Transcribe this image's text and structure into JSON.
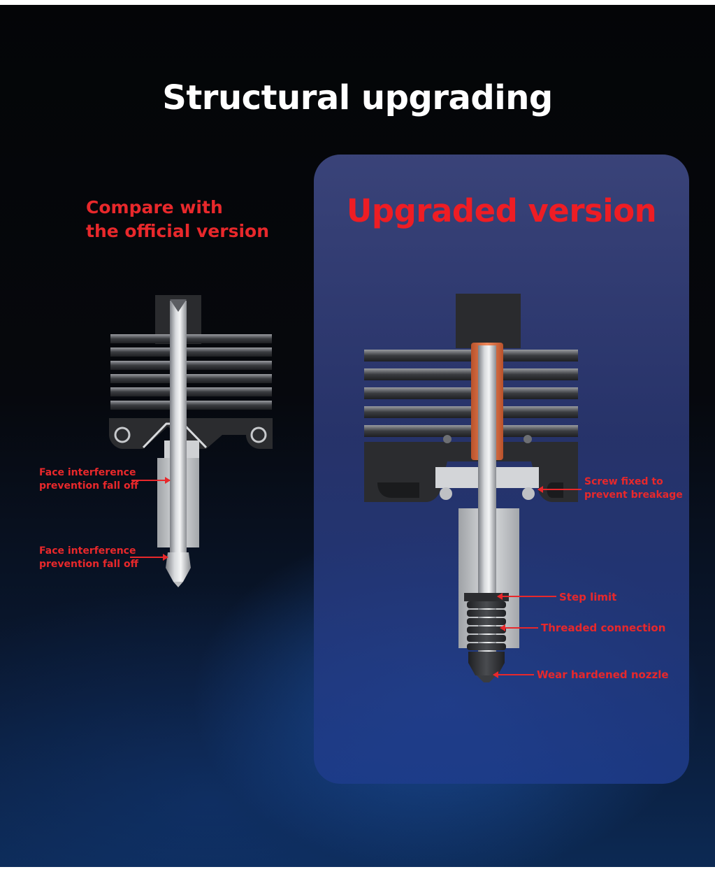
{
  "title": "Structural upgrading",
  "left_heading": {
    "line1": "Compare with",
    "line2": "the official version"
  },
  "right_heading": "Upgraded version",
  "left_labels": [
    {
      "line1": "Face interference",
      "line2": "prevention fall off"
    },
    {
      "line1": "Face interference",
      "line2": "prevention fall off"
    }
  ],
  "right_labels": {
    "screw": {
      "line1": "Screw fixed to",
      "line2": "prevent breakage"
    },
    "step": "Step limit",
    "thread": "Threaded connection",
    "nozzle": "Wear hardened nozzle"
  },
  "colors": {
    "accent_red": "#e8282b",
    "panel": "#3e4882",
    "copper": "#d9673c"
  }
}
